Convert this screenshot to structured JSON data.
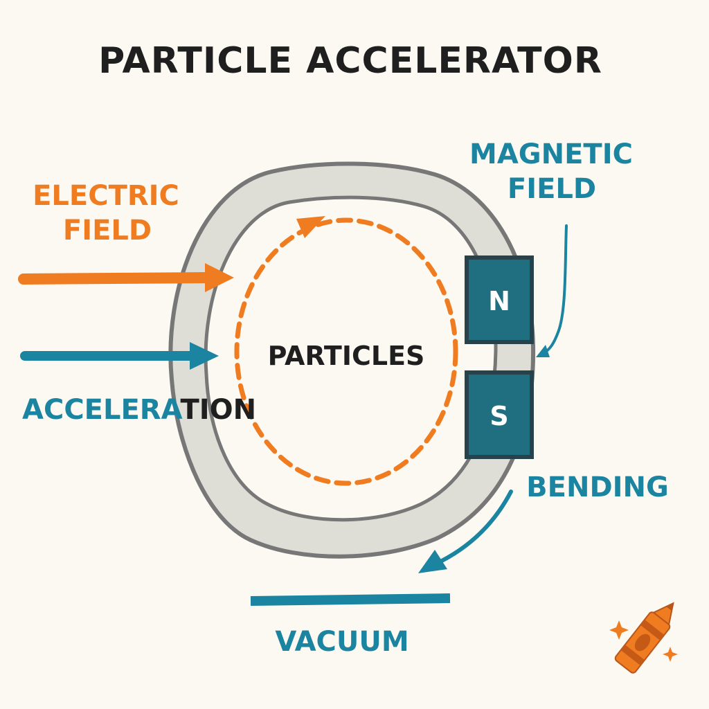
{
  "title": "PARTICLE ACCELERATOR",
  "labels": {
    "electric_field_line1": "ELECTRIC",
    "electric_field_line2": "FIELD",
    "magnetic_field_line1": "MAGNETIC",
    "magnetic_field_line2": "FIELD",
    "particles": "PARTICLES",
    "acceleration_part1": "ACCELERA",
    "acceleration_part2": "TION",
    "bending": "BENDING",
    "vacuum": "VACUUM"
  },
  "magnet": {
    "north": "N",
    "south": "S"
  },
  "colors": {
    "background": "#fbf9f2",
    "electric": "#f07c22",
    "teal": "#1b84a0",
    "magnet_fill": "#1f6f80",
    "magnet_border": "#27424b",
    "ring_fill": "#deddd6",
    "ring_edge": "#777777",
    "text_dark": "#1f1f1f"
  },
  "icons": [
    "crayon-icon",
    "sparkle-icon"
  ]
}
